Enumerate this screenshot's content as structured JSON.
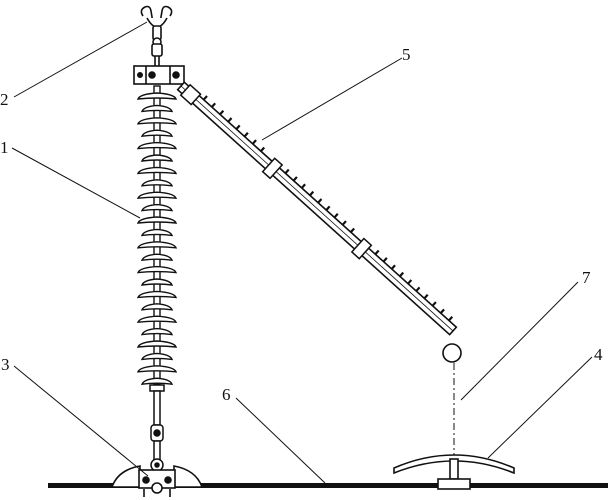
{
  "callouts": [
    {
      "id": "c1",
      "label": "1"
    },
    {
      "id": "c2",
      "label": "2"
    },
    {
      "id": "c3",
      "label": "3"
    },
    {
      "id": "c4",
      "label": "4"
    },
    {
      "id": "c5",
      "label": "5"
    },
    {
      "id": "c6",
      "label": "6"
    },
    {
      "id": "c7",
      "label": "7"
    }
  ],
  "colors": {
    "ink": "#111111",
    "background": "#ffffff"
  }
}
